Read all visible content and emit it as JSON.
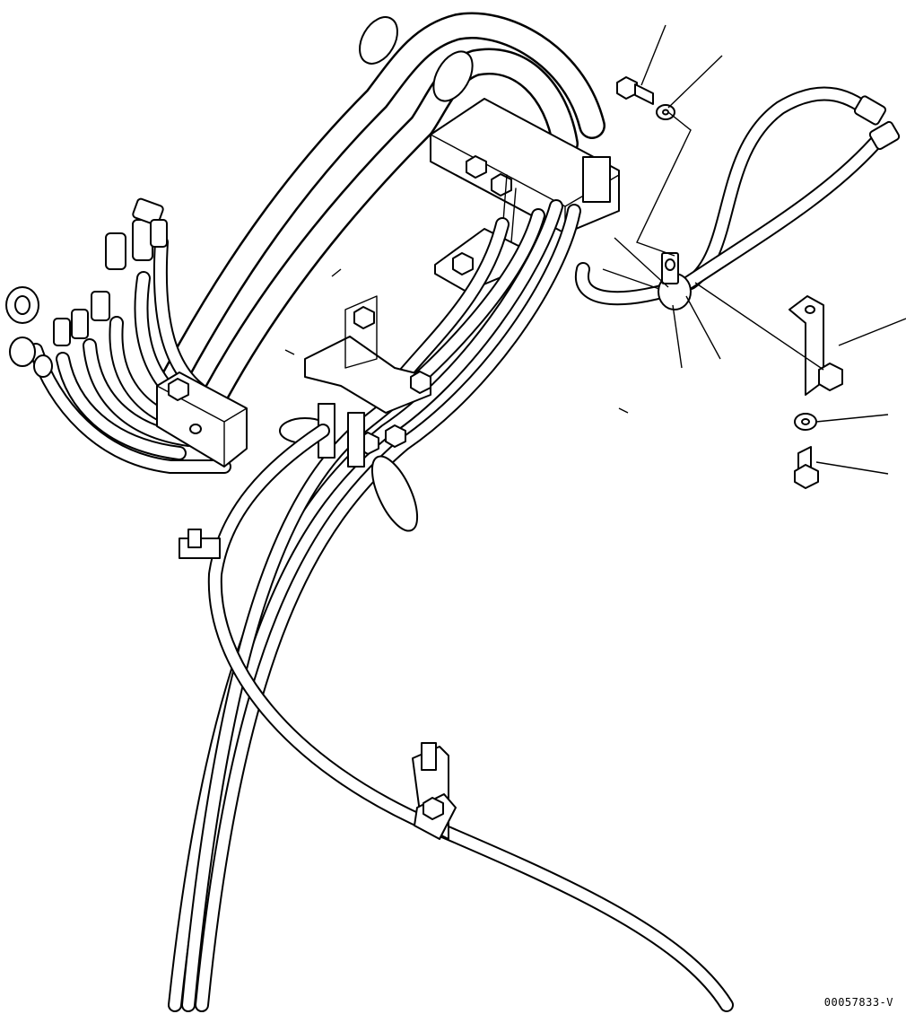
{
  "drawing": {
    "code": "00057833-V"
  },
  "colors": {
    "line": "#000000",
    "background": "#ffffff"
  },
  "callouts": [
    {
      "id": "bolt-top"
    },
    {
      "id": "washer-top"
    },
    {
      "id": "clamp-a"
    },
    {
      "id": "clamp-b"
    },
    {
      "id": "clamp-c"
    },
    {
      "id": "clamp-d"
    },
    {
      "id": "bracket"
    },
    {
      "id": "washer-right"
    },
    {
      "id": "bolt-right"
    }
  ]
}
